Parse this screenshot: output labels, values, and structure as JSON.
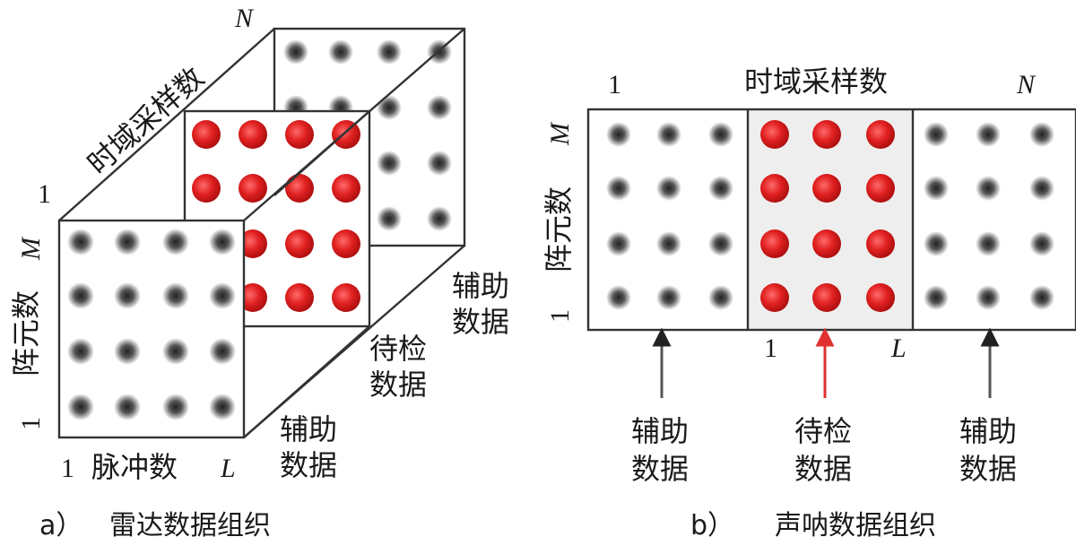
{
  "panel_a": {
    "caption_letter": "a）",
    "caption": "雷达数据组织",
    "axis_time_label": "时域采样数",
    "axis_time_end": "N",
    "axis_time_start": "1",
    "axis_elements_label": "阵元数",
    "axis_elements_end": "M",
    "axis_elements_start": "1",
    "axis_pulse_label": "脉冲数",
    "axis_pulse_start": "1",
    "axis_pulse_end": "L",
    "label_aux_front_line1": "辅助",
    "label_aux_front_line2": "数据",
    "label_test_line1": "待检",
    "label_test_line2": "数据",
    "label_aux_back_line1": "辅助",
    "label_aux_back_line2": "数据"
  },
  "panel_b": {
    "caption_letter": "b）",
    "caption": "声呐数据组织",
    "axis_time_label": "时域采样数",
    "axis_time_start": "1",
    "axis_time_end": "N",
    "axis_elements_label": "阵元数",
    "axis_elements_end": "M",
    "axis_elements_start": "1",
    "test_start": "1",
    "test_end": "L",
    "label_aux_left_line1": "辅助",
    "label_aux_left_line2": "数据",
    "label_test_line1": "待检",
    "label_test_line2": "数据",
    "label_aux_right_line1": "辅助",
    "label_aux_right_line2": "数据"
  },
  "colors": {
    "test_dot": "#e02020",
    "aux_dot": "#333333",
    "test_region": "#eeeeee",
    "arrow_aux": "#555555",
    "arrow_test": "#e03030"
  }
}
